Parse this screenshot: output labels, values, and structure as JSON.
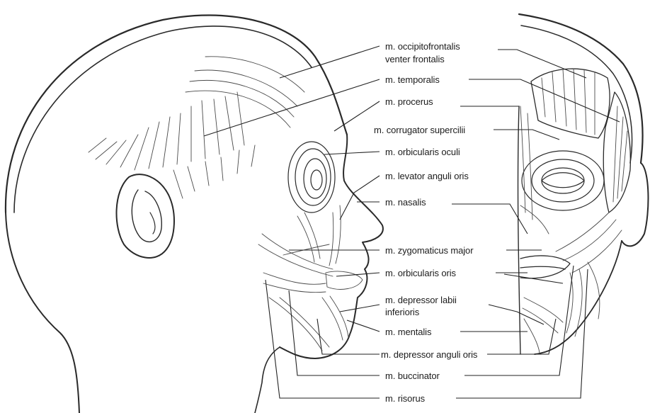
{
  "labels": {
    "occipitofrontalis_1": "m. occipitofrontalis",
    "occipitofrontalis_2": "venter frontalis",
    "temporalis": "m. temporalis",
    "procerus": "m. procerus",
    "corrugator": "m. corrugator supercilii",
    "orbicularis_oculi": "m. orbicularis oculi",
    "levator_anguli_oris": "m. levator anguli oris",
    "nasalis": "m. nasalis",
    "zygomaticus_major": "m. zygomaticus major",
    "orbicularis_oris": "m. orbicularis oris",
    "depressor_labii_1": "m. depressor labii",
    "depressor_labii_2": "inferioris",
    "mentalis": "m. mentalis",
    "depressor_anguli_oris": "m. depressor anguli oris",
    "buccinator": "m. buccinator",
    "risorus": "m. risorus"
  },
  "colors": {
    "ink": "#2a2a2a",
    "background": "#ffffff"
  }
}
